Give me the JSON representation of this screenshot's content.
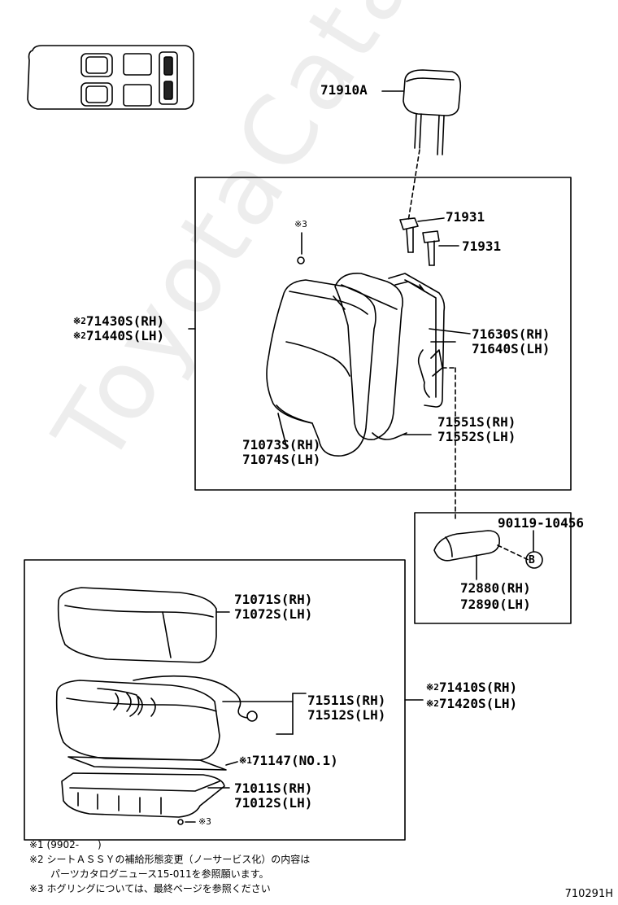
{
  "watermark": "ToyotaCatalog.ru",
  "diagram_code": "710291H",
  "headrest": {
    "part": "71910A"
  },
  "headrest_support": {
    "part_1": "71931",
    "part_2": "71931"
  },
  "back_ring_mark": "※3",
  "seatback_assy": {
    "mark": "※2",
    "rh": "71430S(RH)",
    "lh": "71440S(LH)"
  },
  "seatback_frame": {
    "rh": "71630S(RH)",
    "lh": "71640S(LH)"
  },
  "seatback_pad": {
    "rh": "71551S(RH)",
    "lh": "71552S(LH)"
  },
  "seatback_cover": {
    "rh": "71073S(RH)",
    "lh": "71074S(LH)"
  },
  "armrest": {
    "screw": "90119-10456",
    "circle_label": "B",
    "rh": "72880(RH)",
    "lh": "72890(LH)"
  },
  "cushion_cover": {
    "rh": "71071S(RH)",
    "lh": "71072S(LH)"
  },
  "cushion_pad": {
    "rh": "71511S(RH)",
    "lh": "71512S(LH)"
  },
  "cushion_assy": {
    "mark": "※2",
    "rh": "71410S(RH)",
    "lh": "71420S(LH)"
  },
  "cushion_plate": {
    "mark": "※1",
    "part": "71147(NO.1)"
  },
  "cushion_frame": {
    "rh": "71011S(RH)",
    "lh": "71012S(LH)"
  },
  "frame_ring_mark": "※3",
  "notes": {
    "n1_mark": "※1",
    "n1_text": "(9902-      )",
    "n2_mark": "※2",
    "n2_text_1": "シートＡＳＳＹの補給形態変更（ノーサービス化）の内容は",
    "n2_text_2": "パーツカタログニュース15-011を参照願います。",
    "n3_mark": "※3",
    "n3_text": "ホグリングについては、最終ページを参照ください"
  }
}
